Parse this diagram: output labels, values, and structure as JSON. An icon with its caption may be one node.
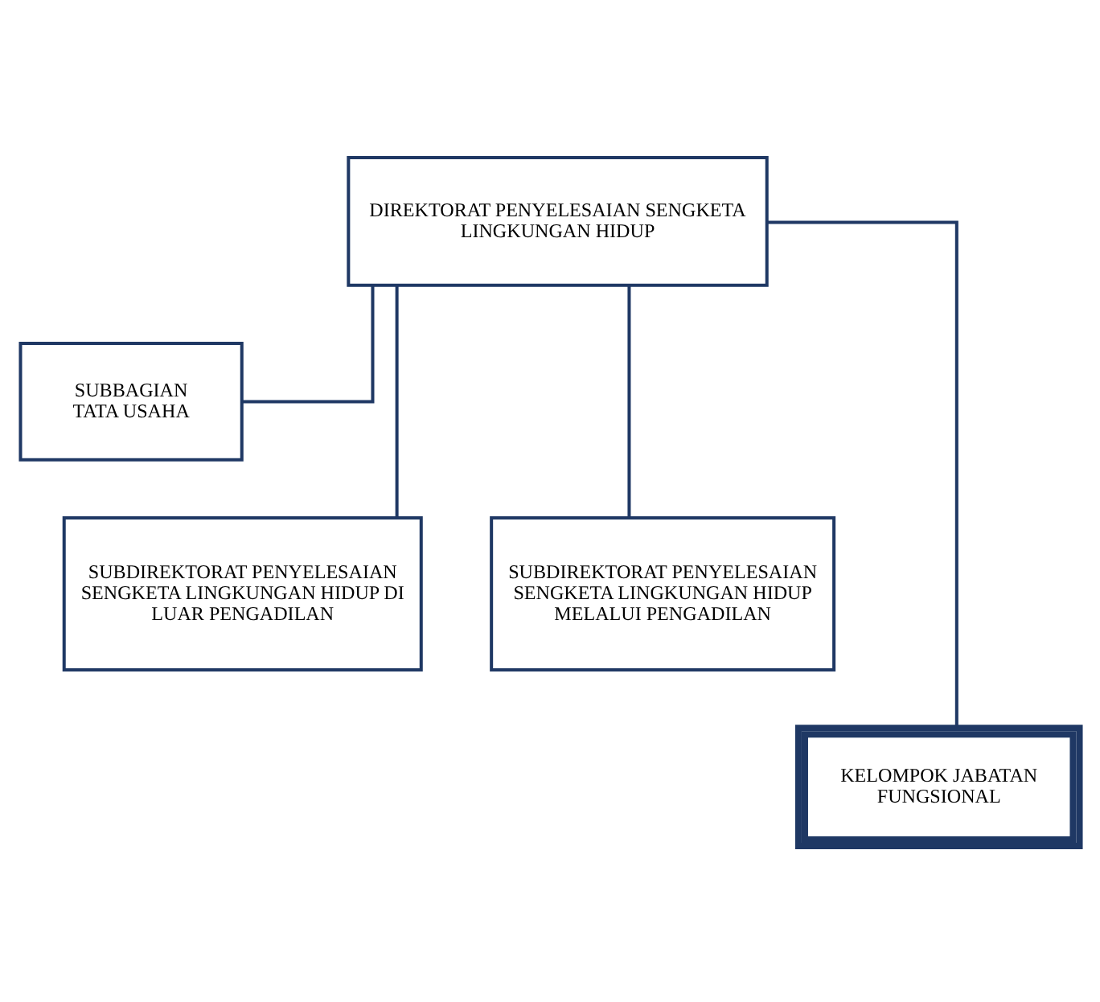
{
  "diagram": {
    "nodes": [
      {
        "text": [
          "DIREKTORAT PENYELESAIAN SENGKETA LINGKUNGAN HIDUP"
        ]
      },
      {
        "text": [
          "SUBBAGIAN TATA USAHA"
        ]
      },
      {
        "text": [
          "SUBDIREKTORAT PENYELESAIAN SENGKETA LINGKUNGAN HIDUP DI LUAR PENGADILAN"
        ]
      },
      {
        "text": [
          "SUBDIREKTORAT PENYELESAIAN SENGKETA LINGKUNGAN HIDUP MELALUI PENGADILAN"
        ]
      },
      {
        "text": [
          "KELOMPOK JABATAN FUNGSIONAL"
        ]
      }
    ],
    "edges": [
      {
        "from": 0,
        "to": 1,
        "arrow": "none"
      },
      {
        "from": 0,
        "to": 2,
        "arrow": "none"
      },
      {
        "from": 0,
        "to": 3,
        "arrow": "none"
      },
      {
        "from": 0,
        "to": 4,
        "arrow": "none"
      }
    ]
  }
}
